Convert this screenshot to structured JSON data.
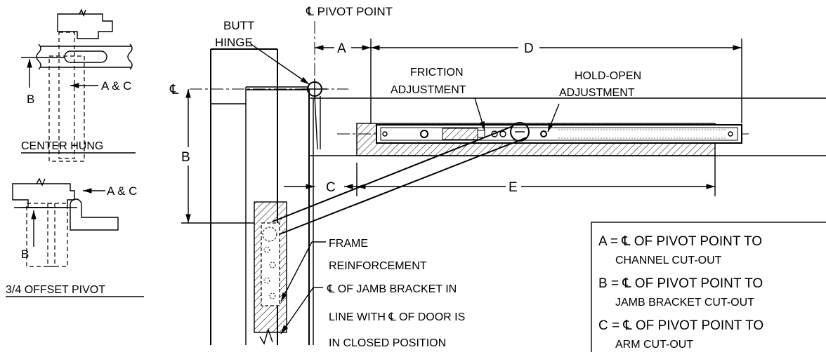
{
  "labels": {
    "pivot_point": "℄ PIVOT POINT",
    "butt_hinge_1": "BUTT",
    "butt_hinge_2": "HINGE",
    "dim_a": "A",
    "dim_d": "D",
    "dim_b": "B",
    "dim_c": "C",
    "dim_e": "E",
    "cl": "℄",
    "friction_1": "FRICTION",
    "friction_2": "ADJUSTMENT",
    "holdopen_1": "HOLD-OPEN",
    "holdopen_2": "ADJUSTMENT",
    "frame_reinf_1": "FRAME",
    "frame_reinf_2": "REINFORCEMENT",
    "jamb_1": "℄ OF JAMB BRACKET IN",
    "jamb_2": "LINE WITH ℄ OF DOOR IS",
    "jamb_3": "IN CLOSED POSITION",
    "center_hung": "CENTER HUNG",
    "offset_pivot": "3/4 OFFSET PIVOT",
    "inset_b": "B",
    "inset_ac": "A & C"
  },
  "legend": [
    {
      "line1": "A = ℄ OF PIVOT POINT TO",
      "line2": "CHANNEL CUT-OUT"
    },
    {
      "line1": "B = ℄ OF PIVOT POINT TO",
      "line2": "JAMB BRACKET CUT-OUT"
    },
    {
      "line1": "C = ℄ OF PIVOT POINT TO",
      "line2": "ARM CUT-OUT"
    }
  ]
}
